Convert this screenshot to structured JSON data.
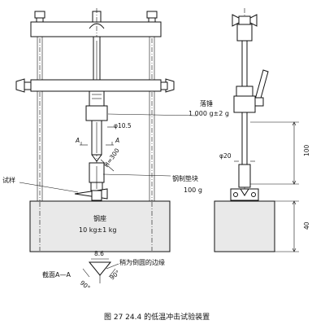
{
  "labels": {
    "hammer_name": "落锤",
    "hammer_mass": "1 000 g±2 g",
    "diameter_105": "φ10.5",
    "section_mark_a_left": "A",
    "section_mark_a_right": "A",
    "height": "H=300",
    "specimen": "试样",
    "anvil_name": "钢制垫块",
    "anvil_mass": "100 g",
    "base_name": "钢座",
    "base_mass": "10 kg±1 kg",
    "section_title": "截面A—A",
    "width_86": "8.6",
    "edge_note": "稍为倒圆的边缘",
    "side_diameter": "φ20",
    "dim_100": "100",
    "dim_40": "40"
  },
  "section_angles": [
    "90°",
    "90°"
  ],
  "caption": "图 27   24.4 的低温冲击试验装置"
}
